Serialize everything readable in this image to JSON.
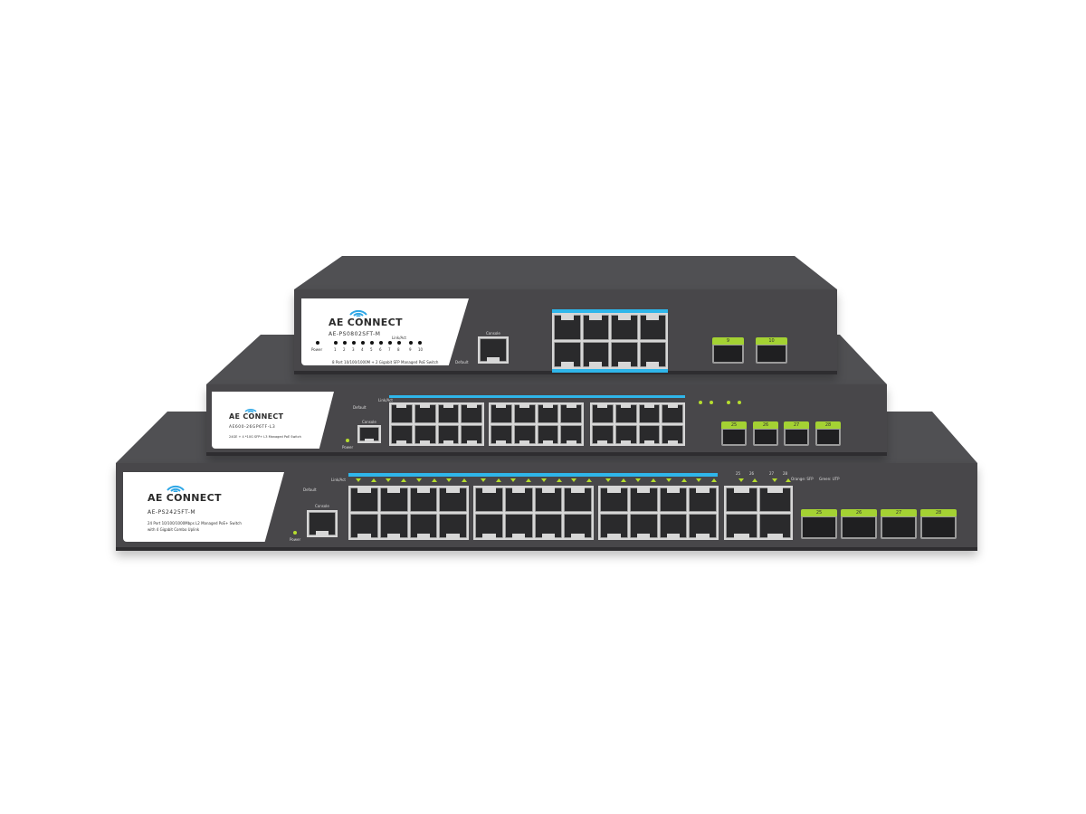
{
  "colors": {
    "case": "#48474a",
    "label": "#ffffff",
    "accent_blue": "#2fb6ea",
    "led_green": "#b6dd2e",
    "sfp_tab": "#a4d233"
  },
  "brand": "AE CONNECT",
  "switches": [
    {
      "model": "AE-PS0802SFT-M",
      "description": "8 Port 10/100/1000M + 2 Gigabit SFP Managed PoE Switch",
      "power": "Power",
      "link_act": "Link/Act",
      "led_numbers": [
        "1",
        "2",
        "3",
        "4",
        "5",
        "6",
        "7",
        "8",
        "9",
        "10"
      ],
      "console": "Console",
      "default": "Default",
      "sfp_ports": [
        "9",
        "10"
      ]
    },
    {
      "model": "AE600-26GP6TF-L3",
      "description": "24GE + 4 *10G SFP+ L3 Managed PoE Switch",
      "power": "Power",
      "link_act": "Link/Act",
      "console": "Console",
      "default": "Default",
      "sfp_ports": [
        "25",
        "26",
        "27",
        "28"
      ]
    },
    {
      "model": "AE-PS2425FT-M",
      "description_1": "24 Port 10/100/1000Mbps L2 Managed PoE+ Switch",
      "description_2": "with 4 Gigabit Combo Uplink",
      "power": "Power",
      "link_act": "Link/Act",
      "console": "Console",
      "default": "Default",
      "combo_numbers": [
        "25",
        "26",
        "27",
        "28"
      ],
      "legend_orange": "Orange: SFP",
      "legend_green": "Green: UTP",
      "sfp_ports": [
        "25",
        "26",
        "27",
        "28"
      ]
    }
  ]
}
